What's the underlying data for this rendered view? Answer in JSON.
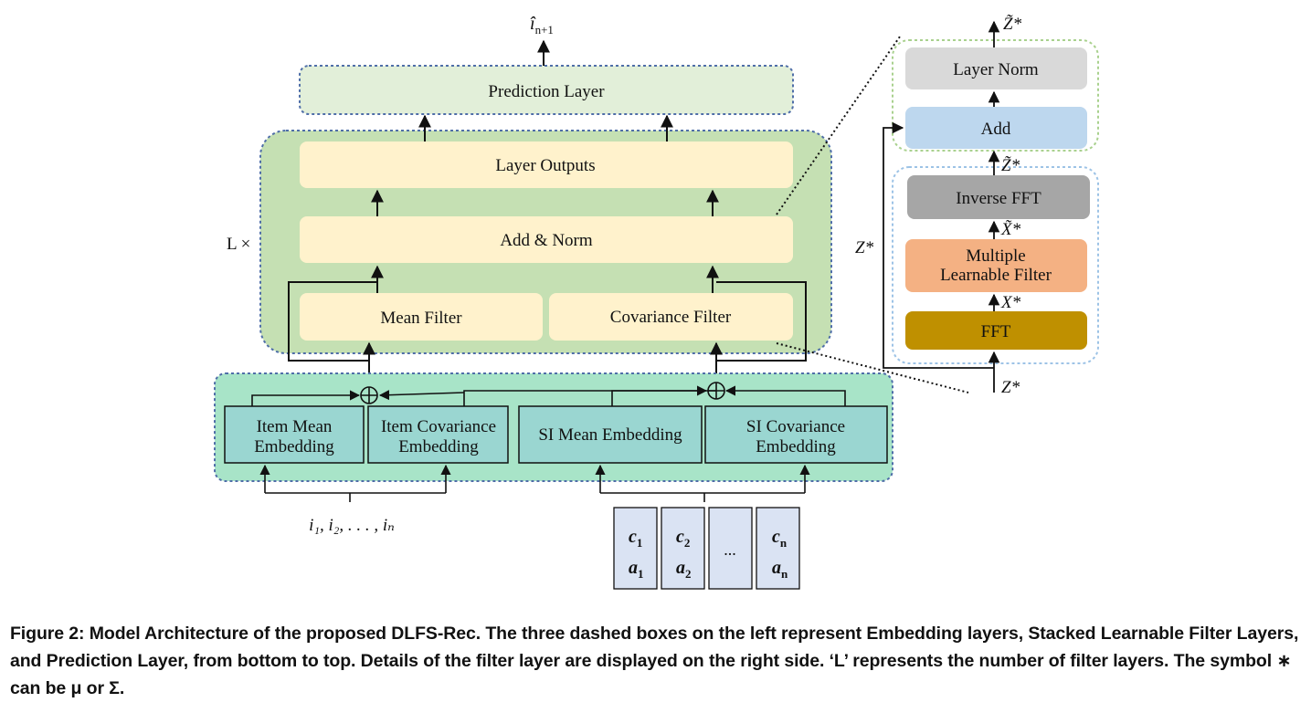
{
  "left": {
    "output_label": "î",
    "output_sub": "n+1",
    "prediction_layer": "Prediction Layer",
    "layer_outputs": "Layer Outputs",
    "add_norm": "Add & Norm",
    "mean_filter": "Mean Filter",
    "covariance_filter": "Covariance Filter",
    "repeat_label": "L ×",
    "embeddings": {
      "item_mean": [
        "Item Mean",
        "Embedding"
      ],
      "item_cov": [
        "Item Covariance",
        "Embedding"
      ],
      "si_mean": "SI Mean Embedding",
      "si_cov": [
        "SI Covariance",
        "Embedding"
      ]
    },
    "item_sequence": "i₁, i₂, . . . , iₙ",
    "side_info": [
      {
        "c": "c",
        "c_sub": "1",
        "a": "a",
        "a_sub": "1"
      },
      {
        "c": "c",
        "c_sub": "2",
        "a": "a",
        "a_sub": "2"
      },
      {
        "ellipsis": "..."
      },
      {
        "c": "c",
        "c_sub": "n",
        "a": "a",
        "a_sub": "n"
      }
    ]
  },
  "right": {
    "output_label": "Z̃*",
    "layer_norm": "Layer Norm",
    "add": "Add",
    "mid_label": "Z̃*",
    "inverse_fft": "Inverse FFT",
    "x_tilde_label": "X̃*",
    "multiple_filter": [
      "Multiple",
      "Learnable Filter"
    ],
    "x_label": "X*",
    "fft": "FFT",
    "input_label": "Z*",
    "residual_label": "Z*"
  },
  "caption": "Figure 2: Model Architecture of the proposed DLFS-Rec. The three dashed boxes on the left represent Embedding layers, Stacked Learnable Filter Layers, and Prediction Layer, from bottom to top. Details of the filter layer are displayed on the right side. ‘L’ represents the number of filter layers. The symbol ∗ can be μ or Σ.",
  "colors": {
    "prediction_fill": "#e2efd9",
    "filter_stack_fill": "#c5e0b3",
    "yellow_box": "#fff2cc",
    "embedding_fill": "#a8e4c8",
    "embedding_box": "#9ad6d1",
    "side_info_fill": "#dae3f3",
    "layer_norm": "#d9d9d9",
    "add": "#bdd7ee",
    "inverse_fft": "#a6a6a6",
    "multiple_filter": "#f4b183",
    "fft": "#bf9000",
    "dashed_border": "#4f6ea8"
  }
}
